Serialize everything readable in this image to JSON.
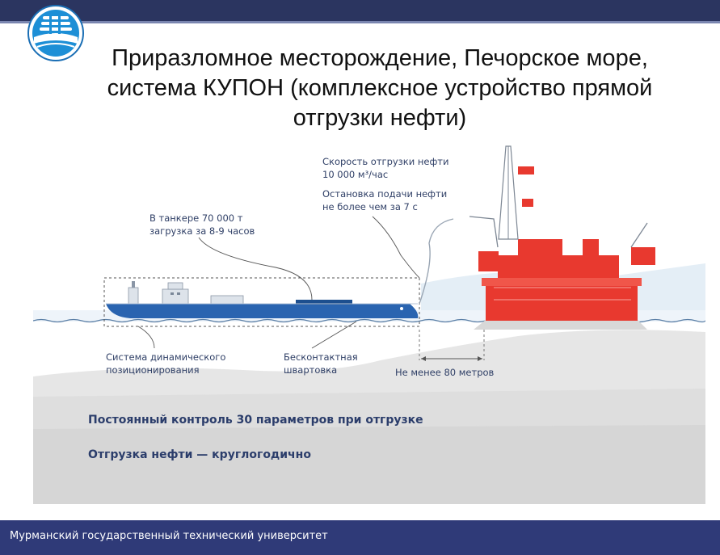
{
  "title": "Приразломное месторождение, Печорское море, система КУПОН (комплексное устройство прямой отгрузки нефти)",
  "labels": {
    "speed_line1": "Скорость  отгрузки нефти",
    "speed_line2": "10 000 м³/час",
    "stop_line1": "Остановка подачи нефти",
    "stop_line2": "не более чем за 7 с",
    "tanker_line1": "В танкере 70 000 т",
    "tanker_line2": "загрузка за 8-9 часов",
    "dp_line1": "Система динамического",
    "dp_line2": "позиционирования",
    "moor_line1": "Бесконтактная",
    "moor_line2": "швартовка",
    "distance": "Не менее 80 метров"
  },
  "facts": {
    "line1": "Постоянный контроль 30 параметров при отгрузке",
    "line2": "Отгрузка нефти — круглогодично"
  },
  "footer": "Мурманский государственный технический университет",
  "colors": {
    "header": "#2b3560",
    "footer": "#2f3a78",
    "tanker_hull": "#2a64b0",
    "platform": "#e8392f",
    "label_text": "#2f3f66"
  }
}
